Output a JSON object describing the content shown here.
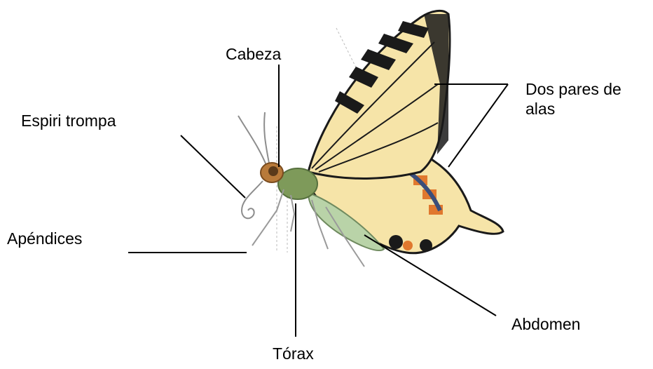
{
  "labels": {
    "head": "Cabeza",
    "proboscis": "Espiri trompa",
    "wings": "Dos pares de alas",
    "appendages": "Apéndices",
    "abdomen": "Abdomen",
    "thorax": "Tórax"
  },
  "colors": {
    "wing_fill": "#F6E4A8",
    "wing_vein": "#1A1A1A",
    "wing_orange": "#E0782E",
    "wing_blue": "#3B4E7A",
    "body_green": "#7E9A5A",
    "head_brown": "#B87A3A",
    "leg_gray": "#9A9A9A"
  }
}
